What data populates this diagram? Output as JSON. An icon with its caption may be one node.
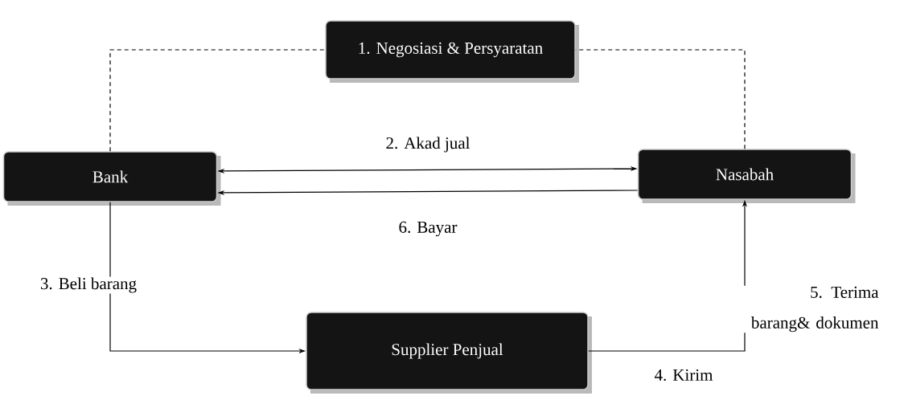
{
  "diagram": {
    "nodes": [
      {
        "text": [
          "1.   Negosiasi & Persyaratan"
        ]
      },
      {
        "text": [
          "Bank"
        ]
      },
      {
        "text": [
          "Nasabah"
        ]
      },
      {
        "text": [
          "Supplier Penjual"
        ]
      }
    ],
    "edges": [
      {
        "from": 1,
        "to": 0,
        "arrow": "none",
        "style": "dashed"
      },
      {
        "from": 2,
        "to": 0,
        "arrow": "none",
        "style": "dashed"
      },
      {
        "from": 1,
        "to": 2,
        "arrow": "both",
        "label": "2. Akad jual"
      },
      {
        "from": 2,
        "to": 1,
        "arrow": "to",
        "label": "6. Bayar"
      },
      {
        "from": 1,
        "to": 3,
        "arrow": "to",
        "label": "3. Beli barang"
      },
      {
        "from": 3,
        "to": 2,
        "arrow": "to",
        "label": "4. Kirim"
      }
    ],
    "labels": [
      "5. Terima barang& dokumen"
    ]
  }
}
